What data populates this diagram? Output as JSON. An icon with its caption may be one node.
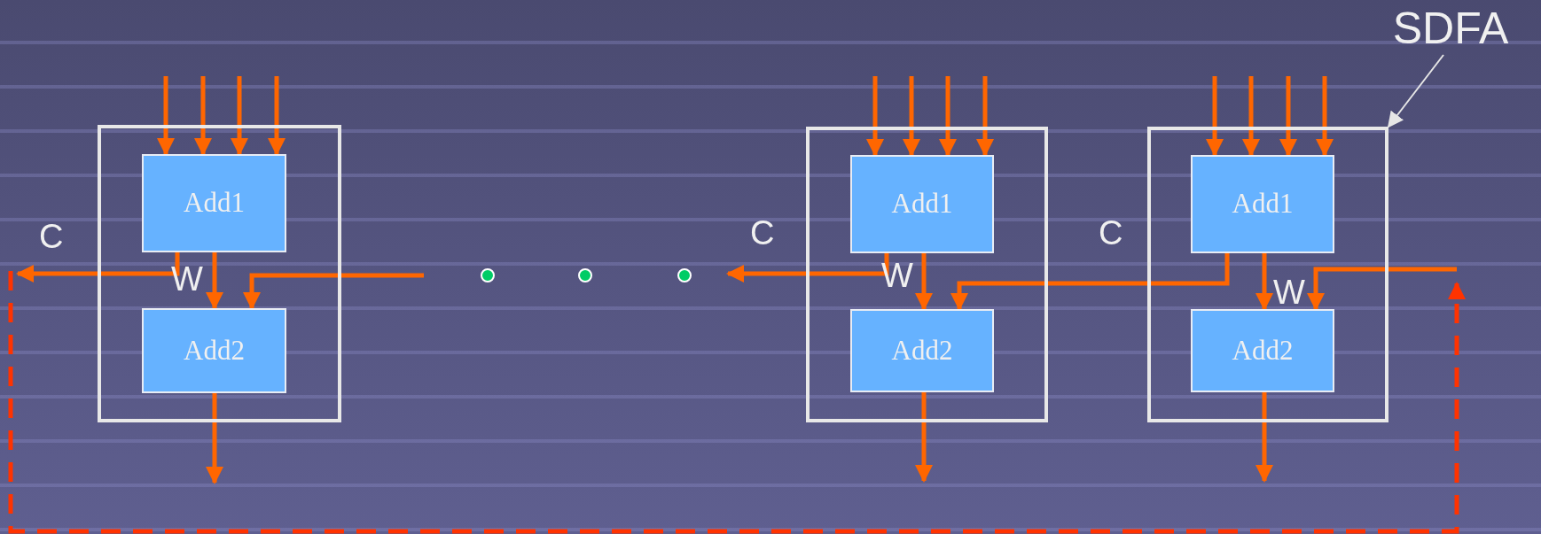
{
  "diagram": {
    "nodes": [
      {
        "text": [],
        "shape": "box"
      },
      {
        "text": [
          "Add1"
        ],
        "in": 0
      },
      {
        "text": [
          "Add2"
        ],
        "in": 0
      },
      {
        "text": [],
        "shape": "box"
      },
      {
        "text": [
          "Add1"
        ],
        "in": 3
      },
      {
        "text": [
          "Add2"
        ],
        "in": 3
      },
      {
        "text": [],
        "shape": "box"
      },
      {
        "text": [
          "Add1"
        ],
        "in": 6
      },
      {
        "text": [
          "Add2"
        ],
        "in": 6
      },
      {
        "text": [
          "SDFA"
        ]
      }
    ],
    "edges": [
      {
        "from": null,
        "to": 1,
        "arrow": "to"
      },
      {
        "from": null,
        "to": 1,
        "arrow": "to"
      },
      {
        "from": null,
        "to": 1,
        "arrow": "to"
      },
      {
        "from": null,
        "to": 1,
        "arrow": "to"
      },
      {
        "from": 1,
        "to": 2,
        "arrow": "to"
      },
      {
        "from": 2,
        "to": null,
        "arrow": "to"
      },
      {
        "from": 1,
        "to": null,
        "arrow": "to"
      },
      {
        "from": null,
        "to": 2,
        "arrow": "to"
      },
      {
        "from": null,
        "to": 4,
        "arrow": "to"
      },
      {
        "from": null,
        "to": 4,
        "arrow": "to"
      },
      {
        "from": null,
        "to": 4,
        "arrow": "to"
      },
      {
        "from": null,
        "to": 4,
        "arrow": "to"
      },
      {
        "from": 4,
        "to": 5,
        "arrow": "to"
      },
      {
        "from": 5,
        "to": null,
        "arrow": "to"
      },
      {
        "from": 4,
        "to": null,
        "arrow": "to"
      },
      {
        "from": 7,
        "to": 5,
        "arrow": "to"
      },
      {
        "from": null,
        "to": 7,
        "arrow": "to"
      },
      {
        "from": null,
        "to": 7,
        "arrow": "to"
      },
      {
        "from": null,
        "to": 7,
        "arrow": "to"
      },
      {
        "from": null,
        "to": 7,
        "arrow": "to"
      },
      {
        "from": 7,
        "to": 8,
        "arrow": "to"
      },
      {
        "from": 8,
        "to": null,
        "arrow": "to"
      },
      {
        "from": null,
        "to": 8,
        "arrow": "to"
      },
      {
        "from": 9,
        "to": 6,
        "arrow": "to",
        "color": "#e6e6e6"
      }
    ],
    "labels": [
      "C",
      "C",
      "C",
      "W",
      "W",
      "W"
    ]
  }
}
